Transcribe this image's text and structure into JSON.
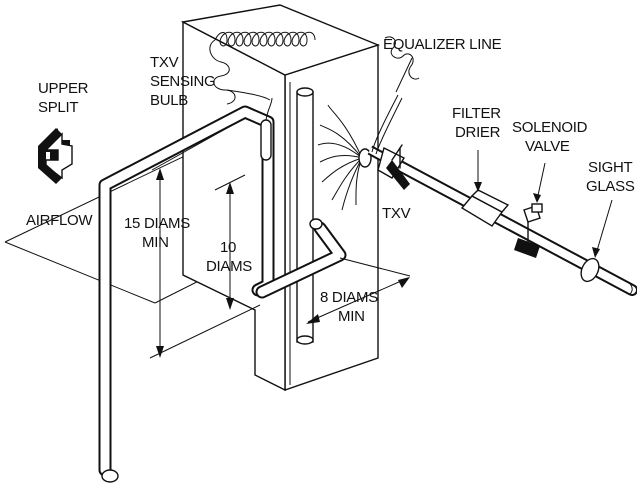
{
  "labels": {
    "upper_split": [
      "UPPER",
      "SPLIT"
    ],
    "txv_sensing_bulb": [
      "TXV",
      "SENSING",
      "BULB"
    ],
    "equalizer_line": "EQUALIZER LINE",
    "filter_drier": [
      "FILTER",
      "DRIER"
    ],
    "solenoid_valve": [
      "SOLENOID",
      "VALVE"
    ],
    "sight_glass": [
      "SIGHT",
      "GLASS"
    ],
    "airflow": "AIRFLOW",
    "fifteen_diams": [
      "15 DIAMS",
      "MIN"
    ],
    "ten_diams": [
      "10",
      "DIAMS"
    ],
    "eight_diams": [
      "8 DIAMS",
      "MIN"
    ],
    "txv": "TXV"
  },
  "icons": {
    "airflow_arrow": "zigzag-arrow-icon"
  }
}
